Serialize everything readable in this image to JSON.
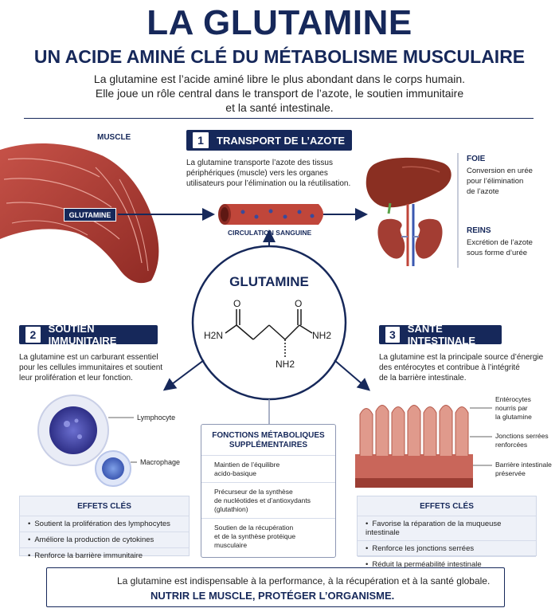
{
  "header": {
    "title": "LA GLUTAMINE",
    "subtitle": "UN ACIDE AMINÉ CLÉ DU MÉTABOLISME MUSCULAIRE",
    "intro_line1": "La glutamine est l’acide aminé libre le plus abondant dans le corps humain.",
    "intro_line2": "Elle joue un rôle central dans le transport de l’azote, le soutien immunitaire",
    "intro_line3": "et la santé intestinale."
  },
  "muscle": {
    "label": "MUSCLE",
    "glutamine_tag": "GLUTAMINE"
  },
  "section1": {
    "number": "1",
    "title": "TRANSPORT DE L’AZOTE",
    "text_l1": "La glutamine transporte l’azote des tissus",
    "text_l2": "périphériques (muscle) vers les organes",
    "text_l3": "utilisateurs pour l’élimination ou la réutilisation.",
    "vessel_label": "CIRCULATION SANGUINE"
  },
  "organs": {
    "liver_title": "FOIE",
    "liver_l1": "Conversion en urée",
    "liver_l2": "pour l’élimination",
    "liver_l3": "de l’azote",
    "kidney_title": "REINS",
    "kidney_l1": "Excrétion de l’azote",
    "kidney_l2": "sous forme d’urée"
  },
  "molecule": {
    "title": "GLUTAMINE",
    "o_left": "O",
    "o_right": "O",
    "h2n": "H2N",
    "nh2_right": "NH2",
    "nh2_bottom": "NH2"
  },
  "section2": {
    "number": "2",
    "title": "SOUTIEN IMMUNITAIRE",
    "text_l1": "La glutamine est un carburant essentiel",
    "text_l2": "pour les cellules immunitaires et soutient",
    "text_l3": "leur prolifération et leur fonction.",
    "lymphocyte_label": "Lymphocyte",
    "macrophage_label": "Macrophage",
    "effects_title": "EFFETS CLÉS",
    "effects": [
      "Soutient la prolifération des lymphocytes",
      "Améliore la production de cytokines",
      "Renforce la barrière immunitaire"
    ]
  },
  "section3": {
    "number": "3",
    "title": "SANTÉ INTESTINALE",
    "text_l1": "La glutamine est la principale source d’énergie",
    "text_l2": "des entérocytes et contribue à l’intégrité",
    "text_l3": "de la barrière intestinale.",
    "annot1_l1": "Entérocytes",
    "annot1_l2": "nourris par",
    "annot1_l3": "la glutamine",
    "annot2_l1": "Jonctions serrées",
    "annot2_l2": "renforcées",
    "annot3_l1": "Barrière intestinale",
    "annot3_l2": "préservée",
    "effects_title": "EFFETS CLÉS",
    "effects": [
      "Favorise la réparation de la muqueuse intestinale",
      "Renforce les jonctions serrées",
      "Réduit la perméabilité intestinale"
    ]
  },
  "metabolic": {
    "title_l1": "FONCTIONS MÉTABOLIQUES",
    "title_l2": "SUPPLÉMENTAIRES",
    "items": [
      [
        "Maintien de l’équilibre",
        "acido-basique"
      ],
      [
        "Précurseur de la synthèse",
        "de nucléotides et d’antioxydants",
        "(glutathion)"
      ],
      [
        "Soutien de la récupération",
        "et de la synthèse protéique",
        "musculaire"
      ]
    ]
  },
  "footer": {
    "line1": "La glutamine est indispensable à la performance, à la récupération et à la santé globale.",
    "line2": "NUTRIR LE MUSCLE, PROTÉGER L’ORGANISME."
  },
  "colors": {
    "navy": "#16285a",
    "muscle": "#b5413a",
    "liver": "#8a2f22",
    "kidney": "#a33d33",
    "vessel": "#c0463a",
    "lymphocyte": "#4b4fae",
    "macrophage": "#5a7ad1",
    "intestine": "#d98a7c"
  }
}
